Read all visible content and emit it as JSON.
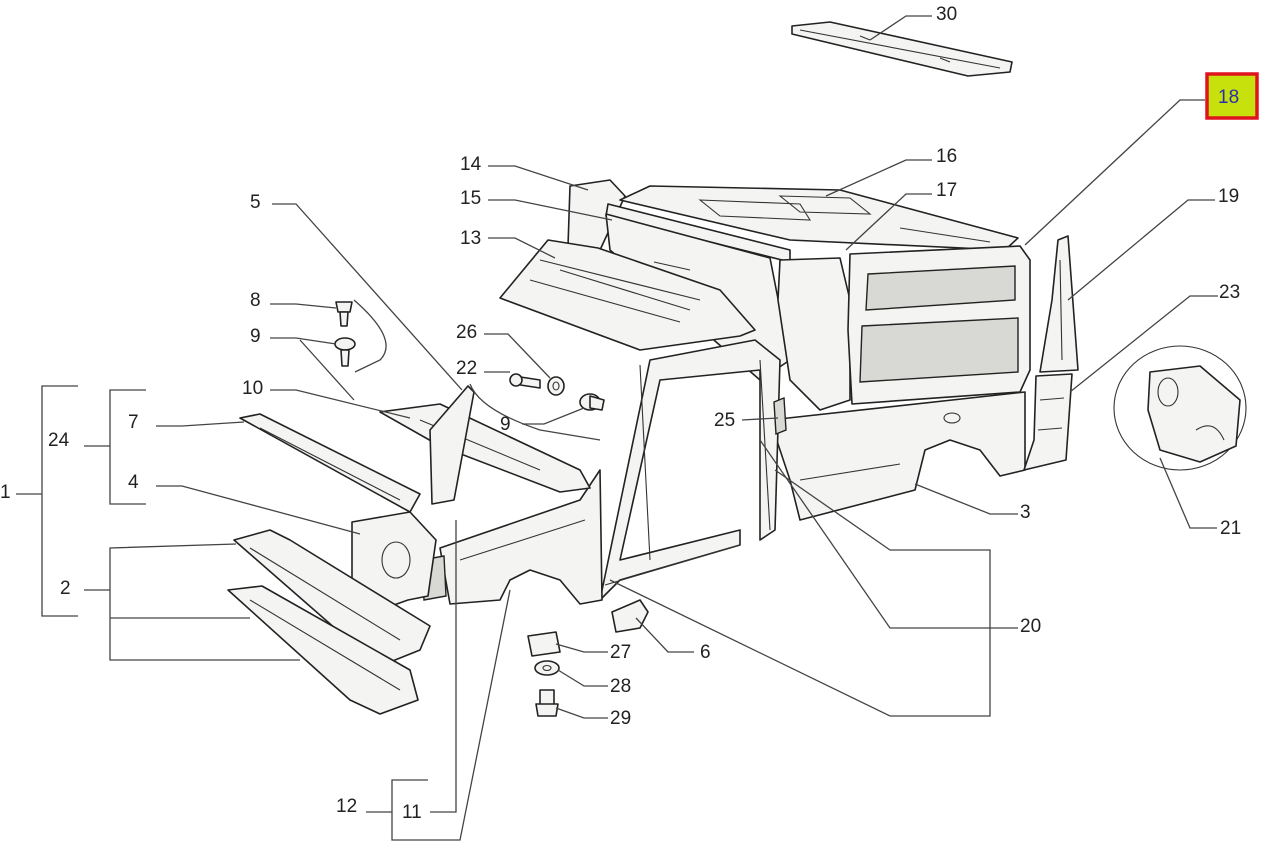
{
  "callouts": {
    "c1": "1",
    "c2": "2",
    "c3": "3",
    "c4": "4",
    "c5": "5",
    "c6": "6",
    "c7": "7",
    "c8": "8",
    "c9a": "9",
    "c9b": "9",
    "c10": "10",
    "c11": "11",
    "c12": "12",
    "c13": "13",
    "c14": "14",
    "c15": "15",
    "c16": "16",
    "c17": "17",
    "c18": "18",
    "c19": "19",
    "c20": "20",
    "c21": "21",
    "c22": "22",
    "c23": "23",
    "c24": "24",
    "c25": "25",
    "c26": "26",
    "c27": "27",
    "c28": "28",
    "c29": "29",
    "c30": "30"
  },
  "highlight": {
    "callout": "18",
    "fill": "#c6e10b",
    "border": "#e0141e",
    "text_color": "#2a2fb0"
  }
}
